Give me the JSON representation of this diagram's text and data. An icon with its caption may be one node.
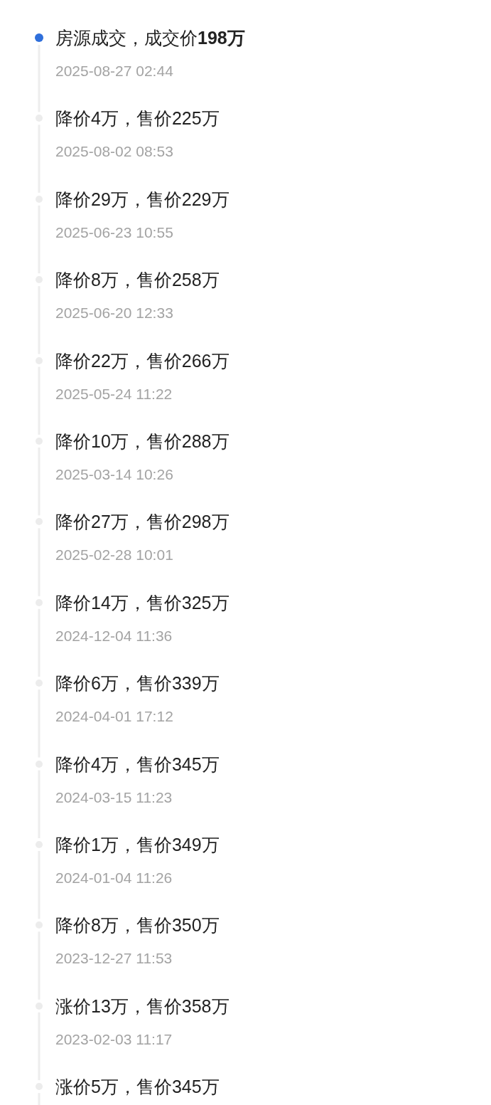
{
  "diagram": {
    "nodes": [
      {
        "text": [],
        "shape": "circle",
        "beside": [
          "房源成交，成交价**198万**",
          "2025-08-27 02:44"
        ]
      },
      {
        "text": [],
        "shape": "circle",
        "beside": [
          "降价4万，售价225万",
          "2025-08-02 08:53"
        ]
      },
      {
        "text": [],
        "shape": "circle",
        "beside": [
          "降价29万，售价229万",
          "2025-06-23 10:55"
        ]
      },
      {
        "text": [],
        "shape": "circle",
        "beside": [
          "降价8万，售价258万",
          "2025-06-20 12:33"
        ]
      },
      {
        "text": [],
        "shape": "circle",
        "beside": [
          "降价22万，售价266万",
          "2025-05-24 11:22"
        ]
      },
      {
        "text": [],
        "shape": "circle",
        "beside": [
          "降价10万，售价288万",
          "2025-03-14 10:26"
        ]
      },
      {
        "text": [],
        "shape": "circle",
        "beside": [
          "降价27万，售价298万",
          "2025-02-28 10:01"
        ]
      },
      {
        "text": [],
        "shape": "circle",
        "beside": [
          "降价14万，售价325万",
          "2024-12-04 11:36"
        ]
      },
      {
        "text": [],
        "shape": "circle",
        "beside": [
          "降价6万，售价339万",
          "2024-04-01 17:12"
        ]
      },
      {
        "text": [],
        "shape": "circle",
        "beside": [
          "降价4万，售价345万",
          "2024-03-15 11:23"
        ]
      },
      {
        "text": [],
        "shape": "circle",
        "beside": [
          "降价1万，售价349万",
          "2024-01-04 11:26"
        ]
      },
      {
        "text": [],
        "shape": "circle",
        "beside": [
          "降价8万，售价350万",
          "2023-12-27 11:53"
        ]
      },
      {
        "text": [],
        "shape": "circle",
        "beside": [
          "涨价13万，售价358万",
          "2023-02-03 11:17"
        ]
      },
      {
        "text": [],
        "shape": "circle",
        "beside": [
          "涨价5万，售价345万"
        ]
      }
    ],
    "edges": [
      {
        "from": 0,
        "to": 1,
        "arrow": "none"
      },
      {
        "from": 1,
        "to": 2,
        "arrow": "none"
      },
      {
        "from": 2,
        "to": 3,
        "arrow": "none"
      },
      {
        "from": 3,
        "to": 4,
        "arrow": "none"
      },
      {
        "from": 4,
        "to": 5,
        "arrow": "none"
      },
      {
        "from": 5,
        "to": 6,
        "arrow": "none"
      },
      {
        "from": 6,
        "to": 7,
        "arrow": "none"
      },
      {
        "from": 7,
        "to": 8,
        "arrow": "none"
      },
      {
        "from": 8,
        "to": 9,
        "arrow": "none"
      },
      {
        "from": 9,
        "to": 10,
        "arrow": "none"
      },
      {
        "from": 10,
        "to": 11,
        "arrow": "none"
      },
      {
        "from": 11,
        "to": 12,
        "arrow": "none"
      },
      {
        "from": 12,
        "to": 13,
        "arrow": "none"
      },
      {
        "from": 13,
        "to": null,
        "arrow": "none"
      }
    ]
  }
}
